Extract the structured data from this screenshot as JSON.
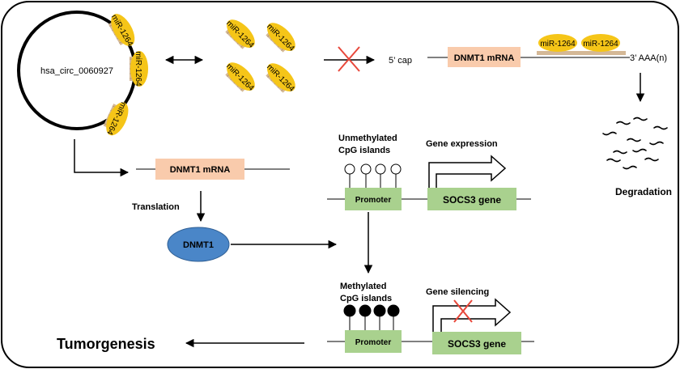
{
  "circ_label": "hsa_circ_0060927",
  "mirna_label": "miR-1264",
  "five_cap": "5’ cap",
  "three_poly": "3’ AAA(n)",
  "dnmt1_mrna": "DNMT1 mRNA",
  "degradation": "Degradation",
  "translation": "Translation",
  "dnmt1": "DNMT1",
  "unmethylated": [
    "Unmethylated",
    "CpG islands"
  ],
  "methylated": [
    "Methylated",
    "CpG islands"
  ],
  "gene_expression": "Gene expression",
  "gene_silencing": "Gene silencing",
  "promoter": "Promoter",
  "socs3_gene": "SOCS3 gene",
  "tumorgenesis": "Tumorgenesis",
  "colors": {
    "mirna_fill": "#f5c518",
    "mirna_tail": "#d4b896",
    "mrna_box": "#f9cbac",
    "promoter_box": "#a9d18e",
    "dnmt1_ellipse": "#4a86c8",
    "cross": "#e8473a"
  }
}
